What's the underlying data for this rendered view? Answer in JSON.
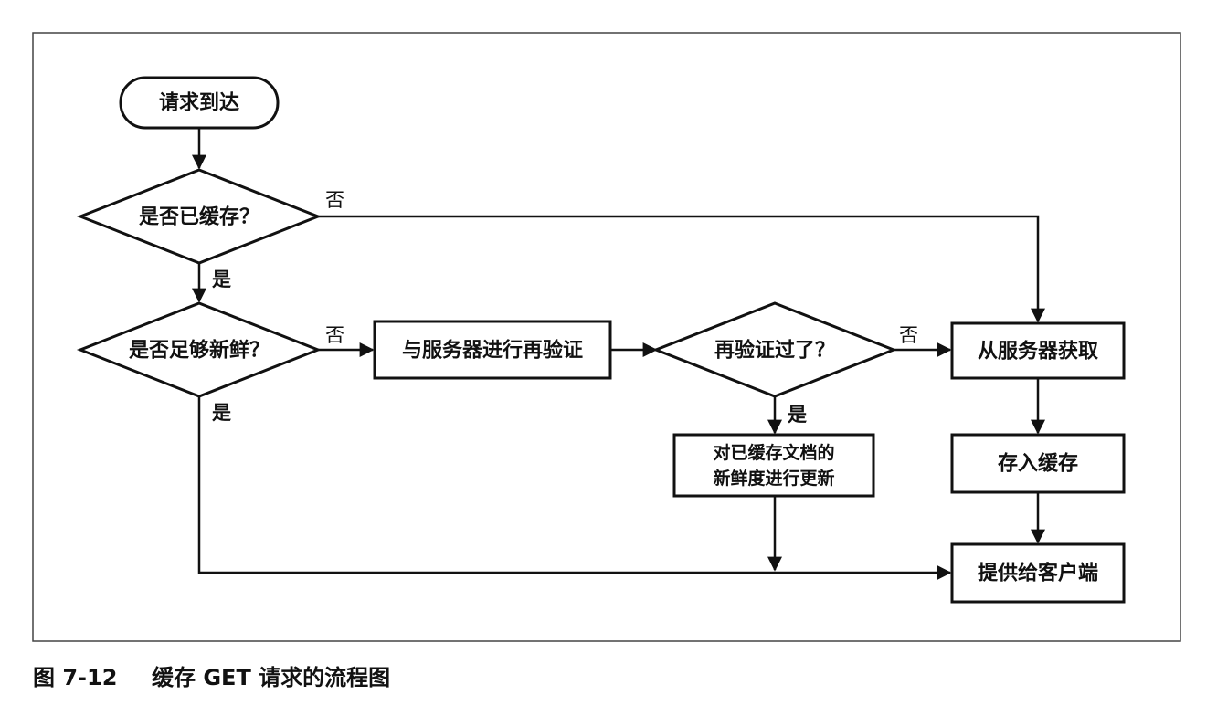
{
  "diagram": {
    "nodes": {
      "request_arrives": "请求到达",
      "is_cached": "是否已缓存？",
      "is_fresh": "是否足够新鲜？",
      "revalidate_with_server": "与服务器进行再验证",
      "revalidated": "再验证过了？",
      "update_freshness_line1": "对已缓存文档的",
      "update_freshness_line2": "新鲜度进行更新",
      "fetch_from_server": "从服务器获取",
      "store_in_cache": "存入缓存",
      "serve_to_client": "提供给客户端"
    },
    "edges": {
      "no_label": "否",
      "yes_label": "是"
    }
  },
  "caption": {
    "figure_number": "图 7-12",
    "title": "缓存 GET 请求的流程图"
  }
}
